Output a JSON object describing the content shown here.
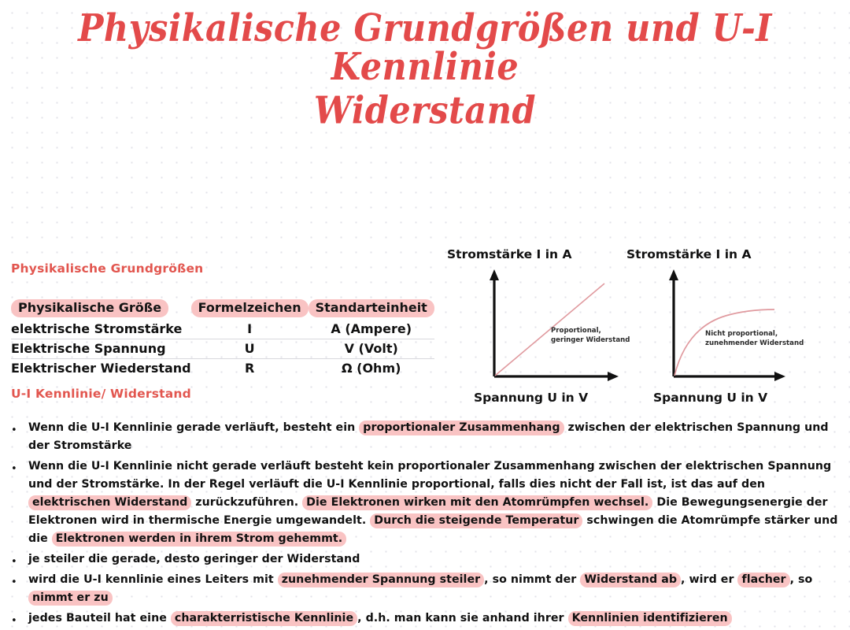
{
  "theme": {
    "title_color": "#e34a4a",
    "heading_color": "#e2564f",
    "highlight_color": "#f9c3c3",
    "text_color": "#111111",
    "curve_color": "#e09a9f",
    "axis_color": "#111111",
    "grid_dot_color": "#e2e2e8"
  },
  "title": {
    "line1": "Physikalische Grundgrößen und U-I Kennlinie",
    "line2": "Widerstand"
  },
  "sections": {
    "grundgroessen_heading": "Physikalische Grundgrößen",
    "kennlinie_heading": "U-I Kennlinie/ Widerstand"
  },
  "table": {
    "headers": [
      "Physikalische Größe",
      "Formelzeichen",
      "Standarteinheit"
    ],
    "rows": [
      [
        "elektrische Stromstärke",
        "I",
        "A (Ampere)"
      ],
      [
        "Elektrische Spannung",
        "U",
        "V (Volt)"
      ],
      [
        "Elektrischer Wiederstand",
        "R",
        "Ω (Ohm)"
      ]
    ]
  },
  "chart_data": [
    {
      "type": "line",
      "title": "",
      "xlabel": "Spannung U in V",
      "ylabel": "Stromstärke I in A",
      "annotation": [
        "Proportional,",
        "geringer Widerstand"
      ],
      "x": [
        0,
        1,
        2,
        3,
        4,
        5,
        6,
        7,
        8,
        9,
        10
      ],
      "y": [
        0,
        1,
        2,
        3,
        4,
        5,
        6,
        7,
        8,
        9,
        10
      ],
      "xlim": [
        0,
        10
      ],
      "ylim": [
        0,
        12
      ],
      "grid": false,
      "legend": "none",
      "description": "straight proportional line through origin"
    },
    {
      "type": "line",
      "title": "",
      "xlabel": "Spannung U in V",
      "ylabel": "Stromstärke I in A",
      "annotation": [
        "Nicht proportional,",
        "zunehmender Widerstand"
      ],
      "x": [
        0,
        1,
        2,
        3,
        4,
        5,
        6,
        7,
        8,
        9,
        10
      ],
      "y": [
        0,
        3.3,
        5.4,
        6.7,
        7.5,
        8.0,
        8.3,
        8.5,
        8.6,
        8.65,
        8.7
      ],
      "xlim": [
        0,
        10
      ],
      "ylim": [
        0,
        12
      ],
      "grid": false,
      "legend": "none",
      "description": "saturating concave curve from origin"
    }
  ],
  "bullets": [
    {
      "id": "bullet-1",
      "parts": [
        {
          "t": "Wenn die U-I Kennlinie gerade verläuft, besteht ein ",
          "hl": false
        },
        {
          "t": "proportionaler Zusammenhang",
          "hl": true
        },
        {
          "t": " zwischen der elektrischen Spannung und der Stromstärke",
          "hl": false
        }
      ]
    },
    {
      "id": "bullet-2",
      "parts": [
        {
          "t": "Wenn die U-I Kennlinie nicht gerade verläuft besteht kein proportionaler Zusammenhang zwischen der elektrischen Spannung und der Stromstärke. In der Regel verläuft die U-I Kennlinie proportional, falls dies nicht der Fall ist, ist das auf den ",
          "hl": false
        },
        {
          "t": "elektrischen Widerstand",
          "hl": true
        },
        {
          "t": " zurückzuführen. ",
          "hl": false
        },
        {
          "t": "Die Elektronen wirken mit den Atomrümpfen wechsel.",
          "hl": true
        },
        {
          "t": " Die Bewegungsenergie der Elektronen wird in thermische Energie umgewandelt. ",
          "hl": false
        },
        {
          "t": "Durch die steigende Temperatur",
          "hl": true
        },
        {
          "t": " schwingen die Atomrümpfe stärker und die ",
          "hl": false
        },
        {
          "t": "Elektronen werden in ihrem Strom gehemmt.",
          "hl": true
        }
      ]
    },
    {
      "id": "bullet-3",
      "parts": [
        {
          "t": "je steiler die gerade, desto geringer der Widerstand",
          "hl": false
        }
      ]
    },
    {
      "id": "bullet-4",
      "parts": [
        {
          "t": "wird die U-I kennlinie eines Leiters mit ",
          "hl": false
        },
        {
          "t": "zunehmender Spannung steiler",
          "hl": true
        },
        {
          "t": ", so nimmt der ",
          "hl": false
        },
        {
          "t": "Widerstand ab",
          "hl": true
        },
        {
          "t": ", wird er ",
          "hl": false
        },
        {
          "t": "flacher",
          "hl": true
        },
        {
          "t": ", so ",
          "hl": false
        },
        {
          "t": "nimmt er zu",
          "hl": true
        }
      ]
    },
    {
      "id": "bullet-5",
      "parts": [
        {
          "t": "jedes Bauteil hat eine ",
          "hl": false
        },
        {
          "t": "charakterristische Kennlinie",
          "hl": true
        },
        {
          "t": ", d.h. man kann sie anhand ihrer ",
          "hl": false
        },
        {
          "t": "Kennlinien identifizieren",
          "hl": true
        }
      ]
    }
  ]
}
